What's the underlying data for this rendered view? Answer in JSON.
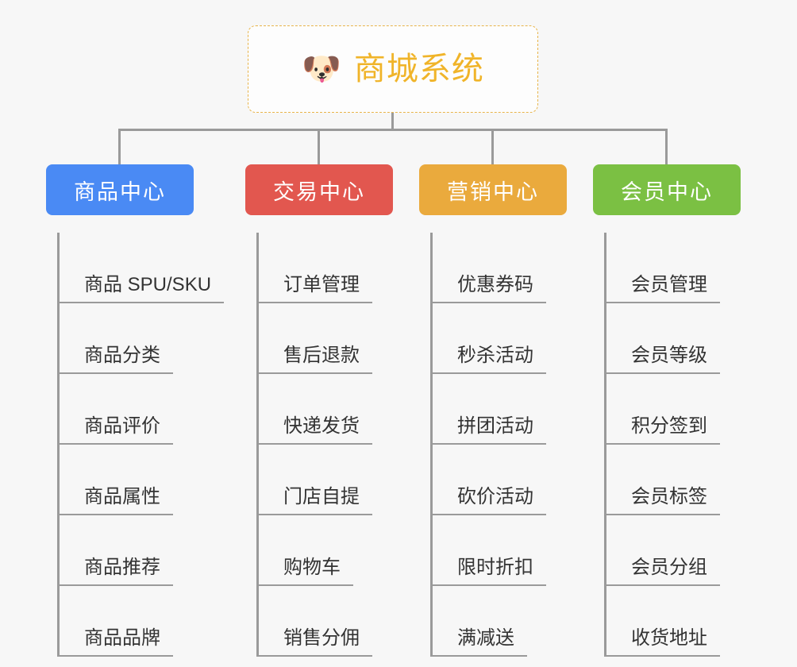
{
  "page": {
    "background_color": "#f7f7f7",
    "connector_color": "#9a9a9a"
  },
  "root": {
    "icon": "shiba-dog-face-emoji",
    "emoji": "🐶",
    "title": "商城系统",
    "title_color": "#f0b429",
    "border_color": "#e8b44a",
    "border_style": "dashed"
  },
  "categories": [
    {
      "label": "商品中心",
      "color": "#4a8af4",
      "items": [
        {
          "label": "商品 SPU/SKU"
        },
        {
          "label": "商品分类"
        },
        {
          "label": "商品评价"
        },
        {
          "label": "商品属性"
        },
        {
          "label": "商品推荐"
        },
        {
          "label": "商品品牌"
        }
      ]
    },
    {
      "label": "交易中心",
      "color": "#e2574f",
      "items": [
        {
          "label": "订单管理"
        },
        {
          "label": "售后退款"
        },
        {
          "label": "快递发货"
        },
        {
          "label": "门店自提"
        },
        {
          "label": "购物车"
        },
        {
          "label": "销售分佣"
        }
      ]
    },
    {
      "label": "营销中心",
      "color": "#eaaa3d",
      "items": [
        {
          "label": "优惠券码"
        },
        {
          "label": "秒杀活动"
        },
        {
          "label": "拼团活动"
        },
        {
          "label": "砍价活动"
        },
        {
          "label": "限时折扣"
        },
        {
          "label": "满减送"
        }
      ]
    },
    {
      "label": "会员中心",
      "color": "#7bc043",
      "items": [
        {
          "label": "会员管理"
        },
        {
          "label": "会员等级"
        },
        {
          "label": "积分签到"
        },
        {
          "label": "会员标签"
        },
        {
          "label": "会员分组"
        },
        {
          "label": "收货地址"
        }
      ]
    }
  ]
}
